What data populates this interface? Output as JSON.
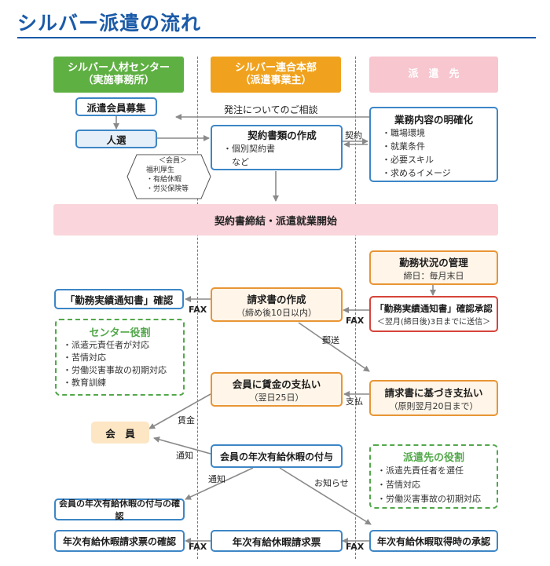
{
  "title": "シルバー派遣の流れ",
  "columns": {
    "left": {
      "line1": "シルバー人材センター",
      "line2": "（実施事務所）"
    },
    "mid": {
      "line1": "シルバー連合本部",
      "line2": "（派遣事業主）"
    },
    "right": {
      "line1": "派　遣　先"
    }
  },
  "left": {
    "recruit": "派遣会員募集",
    "select": "人選",
    "welfare": {
      "head": "＜会員＞",
      "title": "福利厚生",
      "items": [
        "・有給休暇",
        "・労災保険等"
      ]
    },
    "report_confirm": "「勤務実績通知書」確認",
    "center_role": {
      "title": "センター役割",
      "items": [
        "・派遣元責任者が対応",
        "・苦情対応",
        "・労働災害事故の初期対応",
        "・教育訓練"
      ]
    },
    "member": "会　員",
    "leave_confirm": "会員の年次有給休暇の付与の確認",
    "leave_request_confirm": "年次有給休暇請求票の確認"
  },
  "mid": {
    "contract": {
      "title": "契約書類の作成",
      "items": [
        "・個別契約書",
        "　など"
      ]
    },
    "invoice": {
      "title": "請求書の作成",
      "sub": "（締め後10日以内）"
    },
    "pay": {
      "title": "会員に賃金の支払い",
      "sub": "（翌日25日）"
    },
    "leave_grant": "会員の年次有給休暇の付与",
    "leave_request": "年次有給休暇請求票"
  },
  "right": {
    "clarify": {
      "title": "業務内容の明確化",
      "items": [
        "・職場環境",
        "・就業条件",
        "・必要スキル",
        "・求めるイメージ"
      ]
    },
    "manage": {
      "title": "勤務状況の管理",
      "sub": "締日：毎月末日"
    },
    "report_approve": {
      "title": "「勤務実績通知書」確認承認",
      "sub": "＜翌月(締日後)3日までに送信＞"
    },
    "invoice_pay": {
      "title": "請求書に基づき支払い",
      "sub": "（原則翌月20日まで）"
    },
    "client_role": {
      "title": "派遣先の役割",
      "items": [
        "・派遣先責任者を選任",
        "・苦情対応",
        "・労働災害事故の初期対応"
      ]
    },
    "leave_approve": "年次有給休暇取得時の承認"
  },
  "band": "契約書締結・派遣就業開始",
  "labels": {
    "consult": "発注についてのご相談",
    "keiyaku": "契約",
    "fax1": "FAX",
    "fax2": "FAX",
    "yuso": "郵送",
    "shiharai": "支払",
    "chingin": "賃金",
    "tsuchi1": "通知",
    "tsuchi2": "通知",
    "oshirase": "お知らせ",
    "fax3": "FAX",
    "fax4": "FAX"
  },
  "colors": {
    "title": "#1a5aa8",
    "green": "#5fb043",
    "orange": "#f0a21e",
    "pink": "#f7c6cf",
    "box_blue": "#3d86c6",
    "box_orange": "#e89535",
    "box_red": "#d6443a"
  }
}
